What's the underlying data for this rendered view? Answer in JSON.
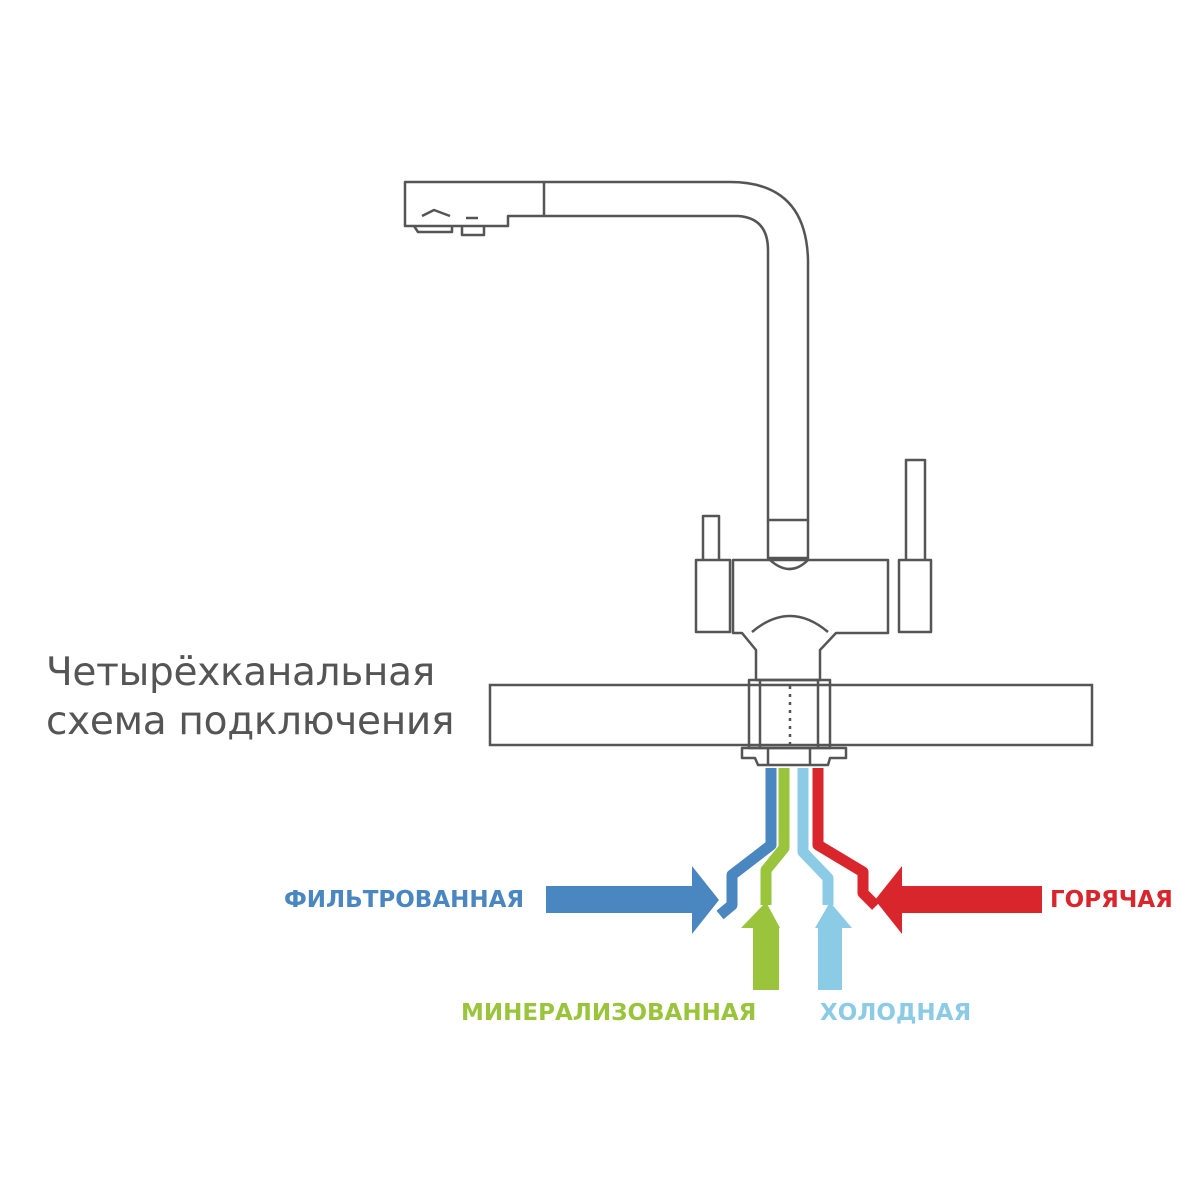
{
  "title": {
    "line1": "Четырёхканальная",
    "line2": "схема подключения"
  },
  "labels": {
    "filtered": "ФИЛЬТРОВАННАЯ",
    "hot": "ГОРЯЧАЯ",
    "mineralized": "МИНЕРАЛИЗОВАННАЯ",
    "cold": "ХОЛОДНАЯ"
  },
  "colors": {
    "filtered": "#4a86c0",
    "hot": "#d9262c",
    "mineralized": "#9ac43c",
    "cold": "#8ccbe6",
    "outline": "#555555",
    "title_text": "#555555"
  }
}
